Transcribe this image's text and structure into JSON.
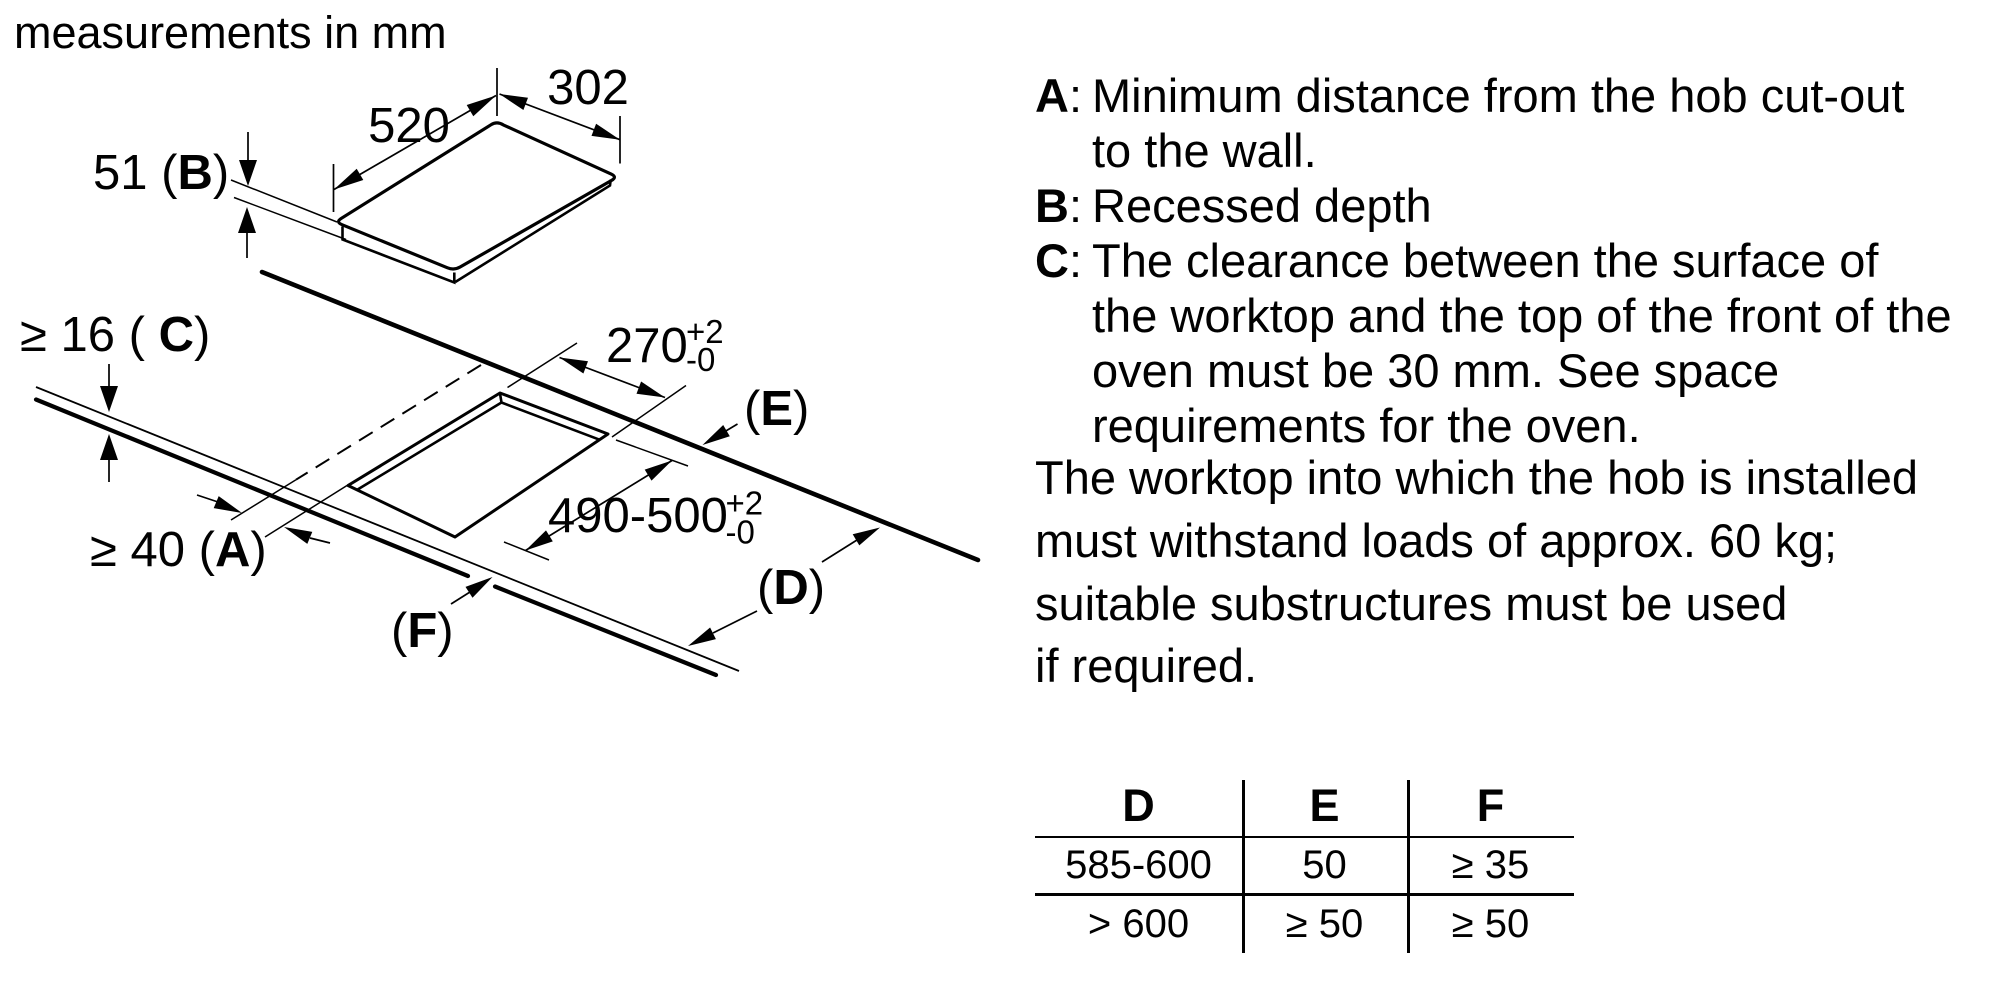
{
  "title": "measurements in mm",
  "colors": {
    "ink": "#000000",
    "paper": "#ffffff"
  },
  "hob": {
    "width": {
      "value": "302"
    },
    "depth": {
      "value": "520"
    },
    "recess": {
      "pre": "51 (",
      "letter": "B",
      "post": ")"
    }
  },
  "worktop": {
    "thickness": {
      "pre": "≥ 16 ( ",
      "letter": "C",
      "post": ")"
    },
    "wall_distance": {
      "pre": "≥ 40 (",
      "letter": "A",
      "post": ")"
    },
    "cutout_width": {
      "value": "270",
      "tol_plus": "+2",
      "tol_minus": "-0"
    },
    "cutout_depth": {
      "value": "490-500",
      "tol_plus": "+2",
      "tol_minus": "-0"
    },
    "label_e": {
      "pre": "(",
      "letter": "E",
      "post": ")"
    },
    "label_d": {
      "pre": "(",
      "letter": "D",
      "post": ")"
    },
    "label_f": {
      "pre": "(",
      "letter": "F",
      "post": ")"
    }
  },
  "notes": {
    "colon": ":",
    "definitions": [
      {
        "letter": "A",
        "lines": [
          "Minimum distance from the hob cut-out",
          "to the wall."
        ]
      },
      {
        "letter": "B",
        "lines": [
          "Recessed depth"
        ]
      },
      {
        "letter": "C",
        "lines": [
          "The clearance between the surface of",
          "the worktop and the top of the front of the",
          "oven must be 30 mm. See space",
          "requirements for the oven."
        ]
      }
    ],
    "load_paragraph": [
      "The worktop into which the hob is installed",
      "must withstand loads of approx. 60 kg;",
      "suitable substructures must be used",
      "if required."
    ]
  },
  "table": {
    "headers": [
      "D",
      "E",
      "F"
    ],
    "rows": [
      [
        "585-600",
        "50",
        "≥ 35"
      ],
      [
        "> 600",
        "≥ 50",
        "≥ 50"
      ]
    ]
  }
}
